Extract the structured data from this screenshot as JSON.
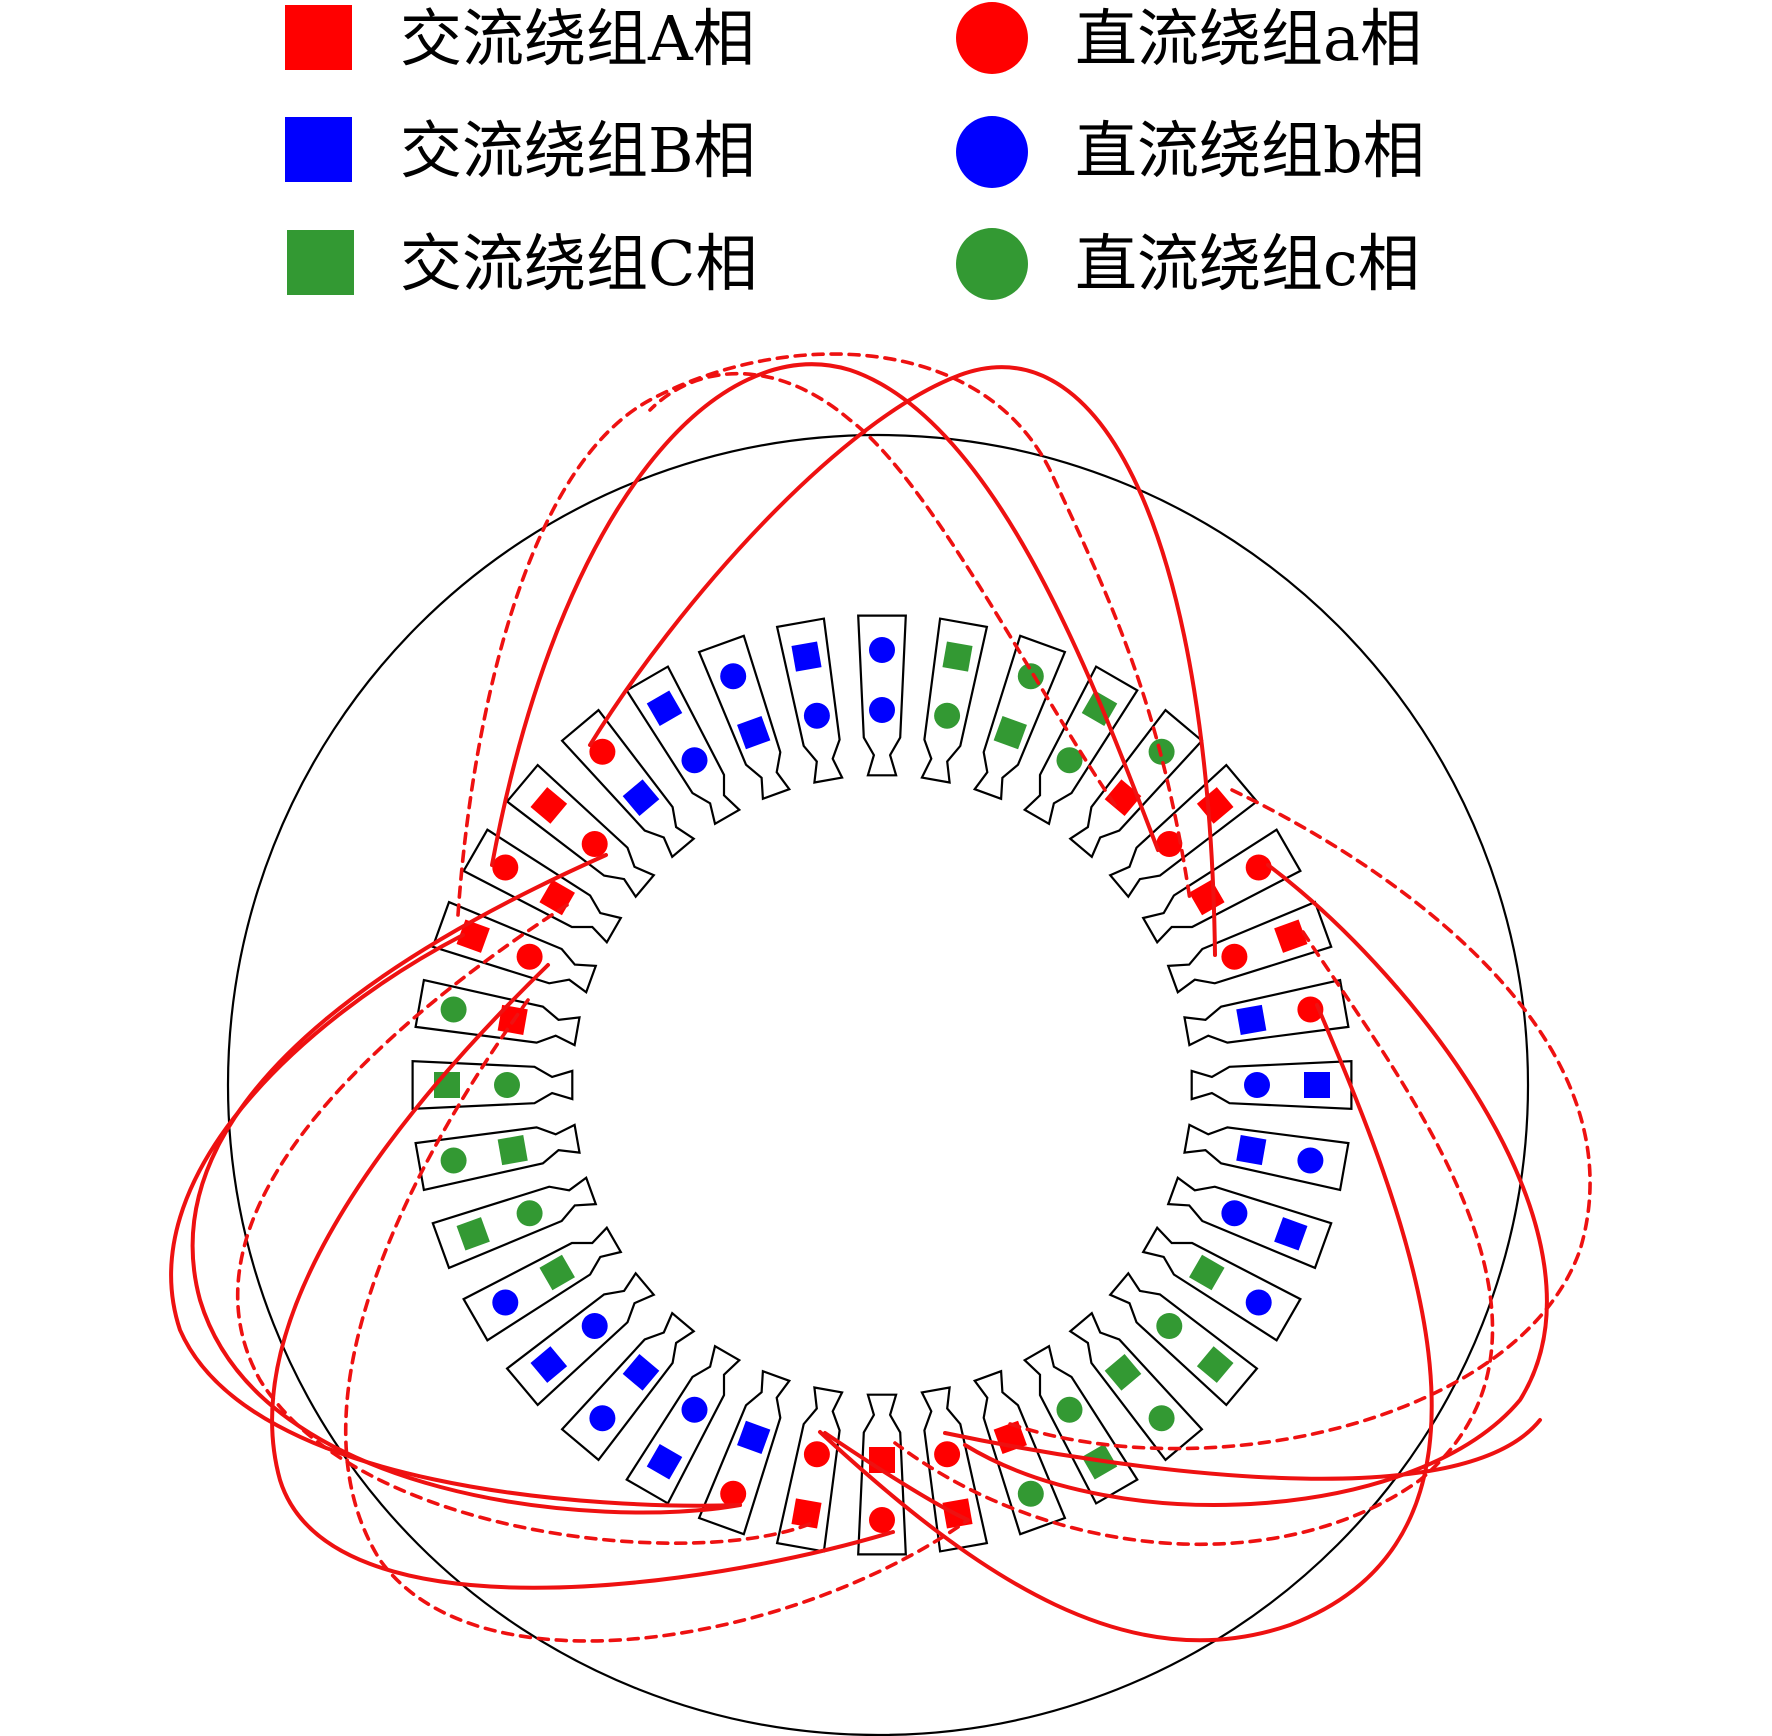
{
  "legend": [
    {
      "label": "交流绕组A相",
      "shape": "square",
      "color": "#ff0000"
    },
    {
      "label": "交流绕组B相",
      "shape": "square",
      "color": "#0000ff"
    },
    {
      "label": "交流绕组C相",
      "shape": "square",
      "color": "#339933"
    },
    {
      "label": "直流绕组a相",
      "shape": "circle",
      "color": "#ff0000"
    },
    {
      "label": "直流绕组b相",
      "shape": "circle",
      "color": "#0000ff"
    },
    {
      "label": "直流绕组c相",
      "shape": "circle",
      "color": "#339933"
    }
  ],
  "colors": {
    "A": "#ff0000",
    "B": "#0000ff",
    "C": "#339933",
    "a": "#ff0000",
    "b": "#0000ff",
    "c": "#339933",
    "wire": "#ee1111",
    "outline": "#000000"
  },
  "stator": {
    "slot_count": 36,
    "slots": [
      {
        "outer": "b",
        "inner": "b"
      },
      {
        "outer": "C",
        "inner": "c"
      },
      {
        "outer": "c",
        "inner": "C"
      },
      {
        "outer": "C",
        "inner": "c"
      },
      {
        "outer": "c",
        "inner": "A"
      },
      {
        "outer": "A",
        "inner": "a"
      },
      {
        "outer": "a",
        "inner": "A"
      },
      {
        "outer": "A",
        "inner": "a"
      },
      {
        "outer": "a",
        "inner": "B"
      },
      {
        "outer": "B",
        "inner": "b"
      },
      {
        "outer": "b",
        "inner": "B"
      },
      {
        "outer": "B",
        "inner": "b"
      },
      {
        "outer": "b",
        "inner": "C"
      },
      {
        "outer": "C",
        "inner": "c"
      },
      {
        "outer": "c",
        "inner": "C"
      },
      {
        "outer": "C",
        "inner": "c"
      },
      {
        "outer": "c",
        "inner": "A"
      },
      {
        "outer": "A",
        "inner": "a"
      },
      {
        "outer": "a",
        "inner": "A"
      },
      {
        "outer": "A",
        "inner": "a"
      },
      {
        "outer": "a",
        "inner": "B"
      },
      {
        "outer": "B",
        "inner": "b"
      },
      {
        "outer": "b",
        "inner": "B"
      },
      {
        "outer": "B",
        "inner": "b"
      },
      {
        "outer": "b",
        "inner": "C"
      },
      {
        "outer": "C",
        "inner": "c"
      },
      {
        "outer": "c",
        "inner": "C"
      },
      {
        "outer": "C",
        "inner": "c"
      },
      {
        "outer": "c",
        "inner": "A"
      },
      {
        "outer": "A",
        "inner": "a"
      },
      {
        "outer": "a",
        "inner": "A"
      },
      {
        "outer": "A",
        "inner": "a"
      },
      {
        "outer": "a",
        "inner": "B"
      },
      {
        "outer": "B",
        "inner": "b"
      },
      {
        "outer": "b",
        "inner": "B"
      },
      {
        "outer": "B",
        "inner": "b"
      }
    ]
  }
}
